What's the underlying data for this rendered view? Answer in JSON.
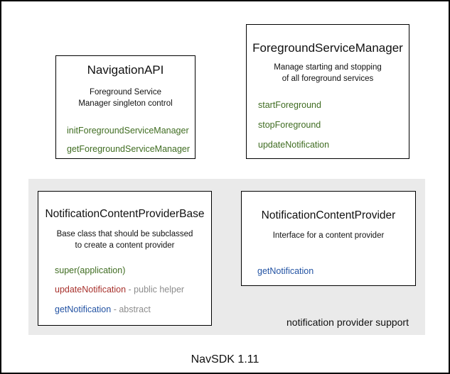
{
  "colors": {
    "method_green": "#406d22",
    "method_red": "#a8322d",
    "method_blue": "#2353a3",
    "annotation_gray": "#8c8c8c",
    "panel_background": "#eaeaea",
    "box_border": "#000000"
  },
  "footer": {
    "label": "NavSDK 1.11"
  },
  "navigation_api": {
    "title": "NavigationAPI",
    "description": "Foreground Service\nManager singleton control",
    "methods": [
      "initForegroundServiceManager",
      "getForegroundServiceManager"
    ]
  },
  "foreground_service_manager": {
    "title": "ForegroundServiceManager",
    "description": "Manage starting and stopping\nof all foreground services",
    "methods": [
      "startForeground",
      "stopForeground",
      "updateNotification"
    ]
  },
  "notification_panel": {
    "caption": "notification provider support",
    "provider_base": {
      "title": "NotificationContentProviderBase",
      "description": "Base class that should be subclassed\nto create a content provider",
      "members": [
        {
          "name": "super(application)",
          "color": "green",
          "annotation": ""
        },
        {
          "name": "updateNotification",
          "color": "red",
          "annotation": " - public helper"
        },
        {
          "name": "getNotification",
          "color": "blue",
          "annotation": " - abstract"
        }
      ]
    },
    "provider": {
      "title": "NotificationContentProvider",
      "description": "Interface for a content provider",
      "methods": [
        "getNotification"
      ]
    }
  }
}
